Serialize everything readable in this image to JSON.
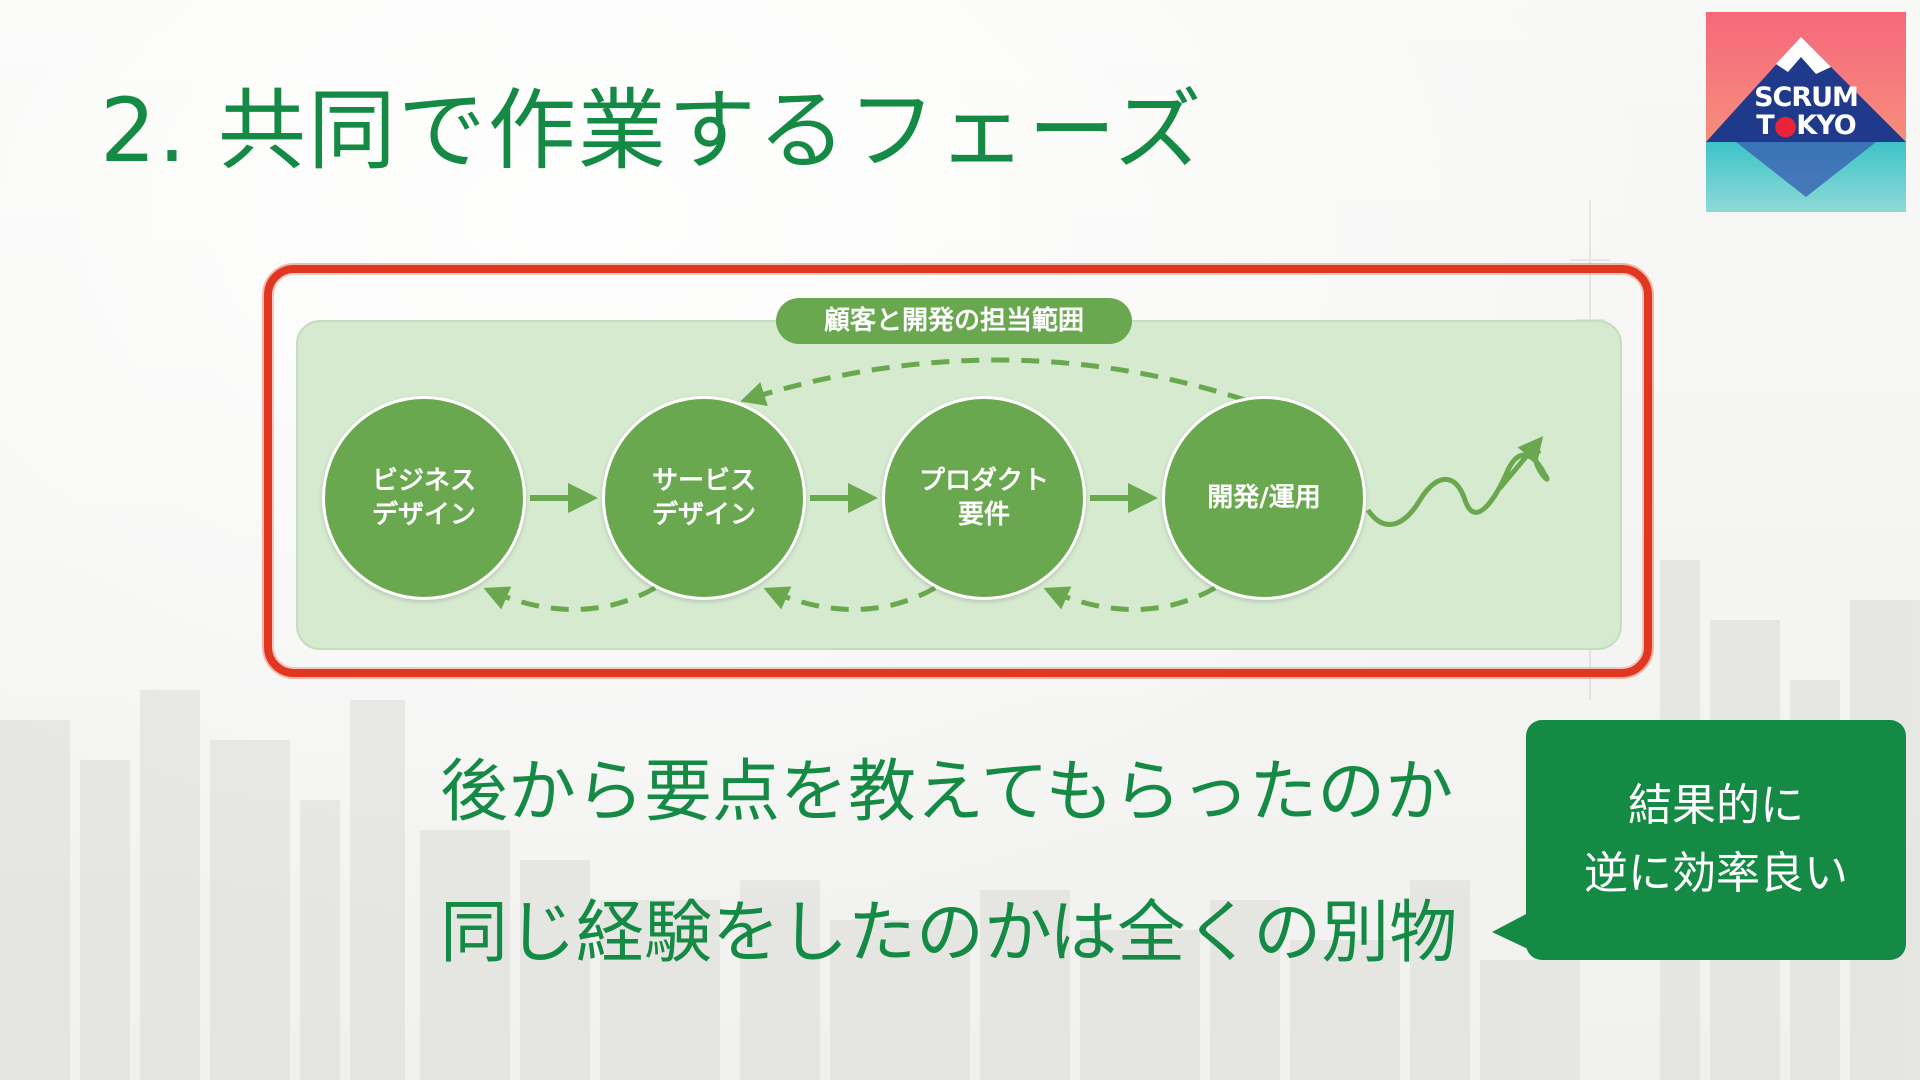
{
  "title": "2. 共同で作業するフェーズ",
  "logo": {
    "line1": "SCRUM",
    "line2_left": "T",
    "line2_dot": "●",
    "line2_right": "KYO"
  },
  "scope_label": "顧客と開発の担当範囲",
  "phases": [
    {
      "label": "ビジネス\nデザイン"
    },
    {
      "label": "サービス\nデザイン"
    },
    {
      "label": "プロダクト\n要件"
    },
    {
      "label": "開発/運用"
    }
  ],
  "messages": [
    "後から要点を教えてもらったのか",
    "同じ経験をしたのかは全くの別物"
  ],
  "callout": {
    "line1": "結果的に",
    "line2": "逆に効率良い"
  },
  "colors": {
    "title_green": "#158a44",
    "phase_green": "#6aa84f",
    "panel_green": "#d6ead0",
    "highlight_red": "#e1361f"
  },
  "icons": {
    "forward_arrow": "arrow-right-icon",
    "feedback_arrow": "dashed-curved-arrow-icon",
    "growth_arrow": "wavy-up-arrow-icon"
  }
}
